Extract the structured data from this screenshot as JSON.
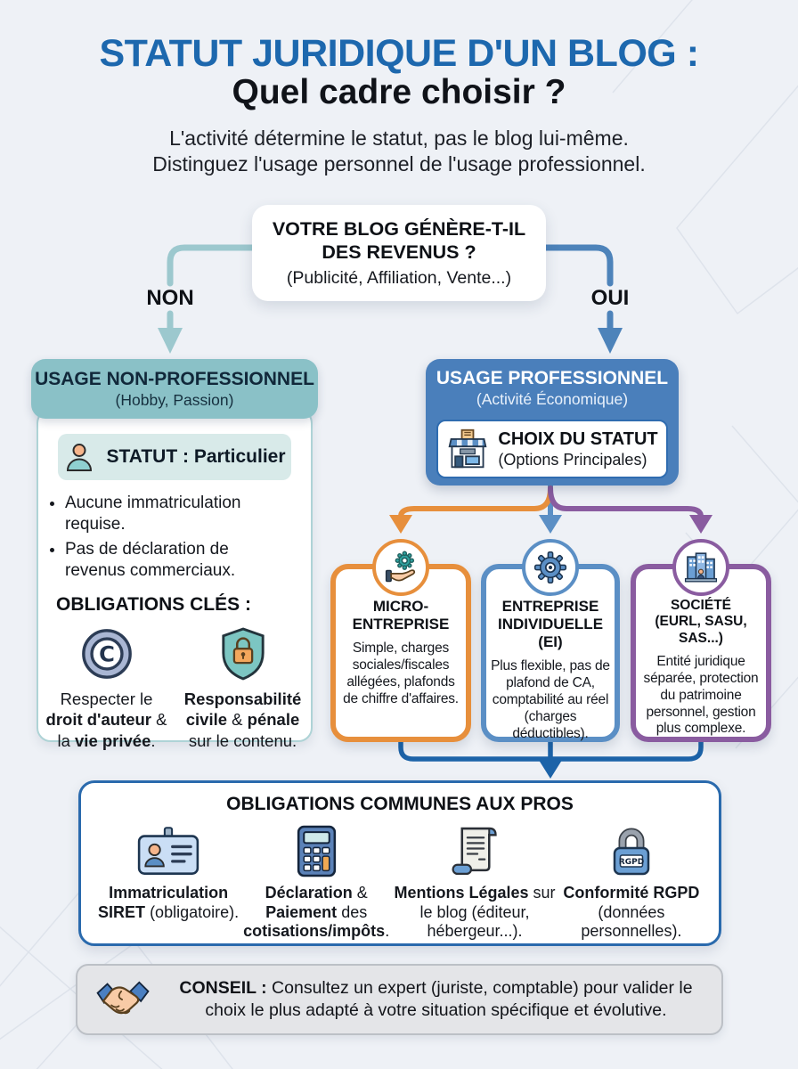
{
  "colors": {
    "page_bg": "#eef1f6",
    "title_blue": "#1d68ae",
    "ink": "#15181e",
    "teal_header": "#8ac1c7",
    "teal_border": "#aed3d6",
    "teal_pill": "#d8eae9",
    "teal_arrow": "#9cc8ce",
    "blue_header": "#4a7fbb",
    "blue_arrow": "#4d83ba",
    "flow_blue": "#1c63a8",
    "orange": "#e78f3c",
    "mid_blue": "#5b8fc5",
    "purple": "#8a5ca0",
    "obligations_border": "#2a6aad",
    "advice_bg": "#e4e5e8",
    "advice_border": "#bcc0c6"
  },
  "header": {
    "title_line1": "STATUT JURIDIQUE D'UN BLOG :",
    "title_line2": "Quel cadre choisir ?",
    "subtitle_line1": "L'activité détermine le statut, pas le blog lui-même.",
    "subtitle_line2": "Distinguez l'usage personnel de l'usage professionnel."
  },
  "decision": {
    "question_line1": "VOTRE BLOG GÉNÈRE-T-IL",
    "question_line2": "DES REVENUS ?",
    "hint": "(Publicité, Affiliation, Vente...)",
    "branch_no": "NON",
    "branch_yes": "OUI"
  },
  "non_pro": {
    "title": "USAGE NON-PROFESSIONNEL",
    "subtitle": "(Hobby, Passion)",
    "status_label": "STATUT : Particulier",
    "bullets": [
      "Aucune immatriculation requise.",
      "Pas de déclaration de revenus commerciaux."
    ],
    "obligations_title": "OBLIGATIONS CLÉS :",
    "obligation_copyright": [
      {
        "t": "Respecter le ",
        "b": false
      },
      {
        "t": "droit d'auteur",
        "b": true
      },
      {
        "t": " & la ",
        "b": false
      },
      {
        "t": "vie privée",
        "b": true
      },
      {
        "t": ".",
        "b": false
      }
    ],
    "obligation_liability": [
      {
        "t": "Responsabilité civile",
        "b": true
      },
      {
        "t": " & ",
        "b": false
      },
      {
        "t": "pénale",
        "b": true
      },
      {
        "t": " sur le contenu.",
        "b": false
      }
    ]
  },
  "pro": {
    "title": "USAGE PROFESSIONNEL",
    "subtitle": "(Activité Économique)",
    "choice_title": "CHOIX DU STATUT",
    "choice_subtitle": "(Options Principales)"
  },
  "options": [
    {
      "title_lines": [
        "MICRO-",
        "ENTREPRISE"
      ],
      "description": "Simple, charges sociales/fiscales allégées, plafonds de chiffre d'affaires.",
      "accent": "#e78f3c",
      "icon": "hand-gear-icon"
    },
    {
      "title_lines": [
        "ENTREPRISE",
        "INDIVIDUELLE (EI)"
      ],
      "description": "Plus flexible, pas de plafond de CA, comptabilité au réel (charges déductibles).",
      "accent": "#5b8fc5",
      "icon": "gear-icon"
    },
    {
      "title_lines": [
        "SOCIÉTÉ",
        "(EURL, SASU, SAS...)"
      ],
      "description": "Entité juridique séparée, protection du patrimoine personnel, gestion plus complexe.",
      "accent": "#8a5ca0",
      "icon": "building-icon"
    }
  ],
  "common_obligations": {
    "title": "OBLIGATIONS COMMUNES AUX PROS",
    "items": [
      {
        "icon": "id-card-icon",
        "text": [
          {
            "t": "Immatriculation SIRET",
            "b": true
          },
          {
            "t": " (obligatoire).",
            "b": false
          }
        ]
      },
      {
        "icon": "calculator-icon",
        "text": [
          {
            "t": "Déclaration",
            "b": true
          },
          {
            "t": " & ",
            "b": false
          },
          {
            "t": "Paiement",
            "b": true
          },
          {
            "t": " des ",
            "b": false
          },
          {
            "t": "cotisations/impôts",
            "b": true
          },
          {
            "t": ".",
            "b": false
          }
        ]
      },
      {
        "icon": "scroll-icon",
        "text": [
          {
            "t": "Mentions Légales",
            "b": true
          },
          {
            "t": " sur le blog (éditeur, hébergeur...).",
            "b": false
          }
        ]
      },
      {
        "icon": "rgpd-lock-icon",
        "text": [
          {
            "t": "Conformité RGPD",
            "b": true
          },
          {
            "t": " (données personnelles).",
            "b": false
          }
        ]
      }
    ]
  },
  "advice": {
    "icon": "handshake-icon",
    "text": [
      {
        "t": "CONSEIL : ",
        "b": true
      },
      {
        "t": "Consultez un expert (juriste, comptable) pour valider le choix le plus adapté à votre situation spécifique et évolutive.",
        "b": false
      }
    ]
  }
}
